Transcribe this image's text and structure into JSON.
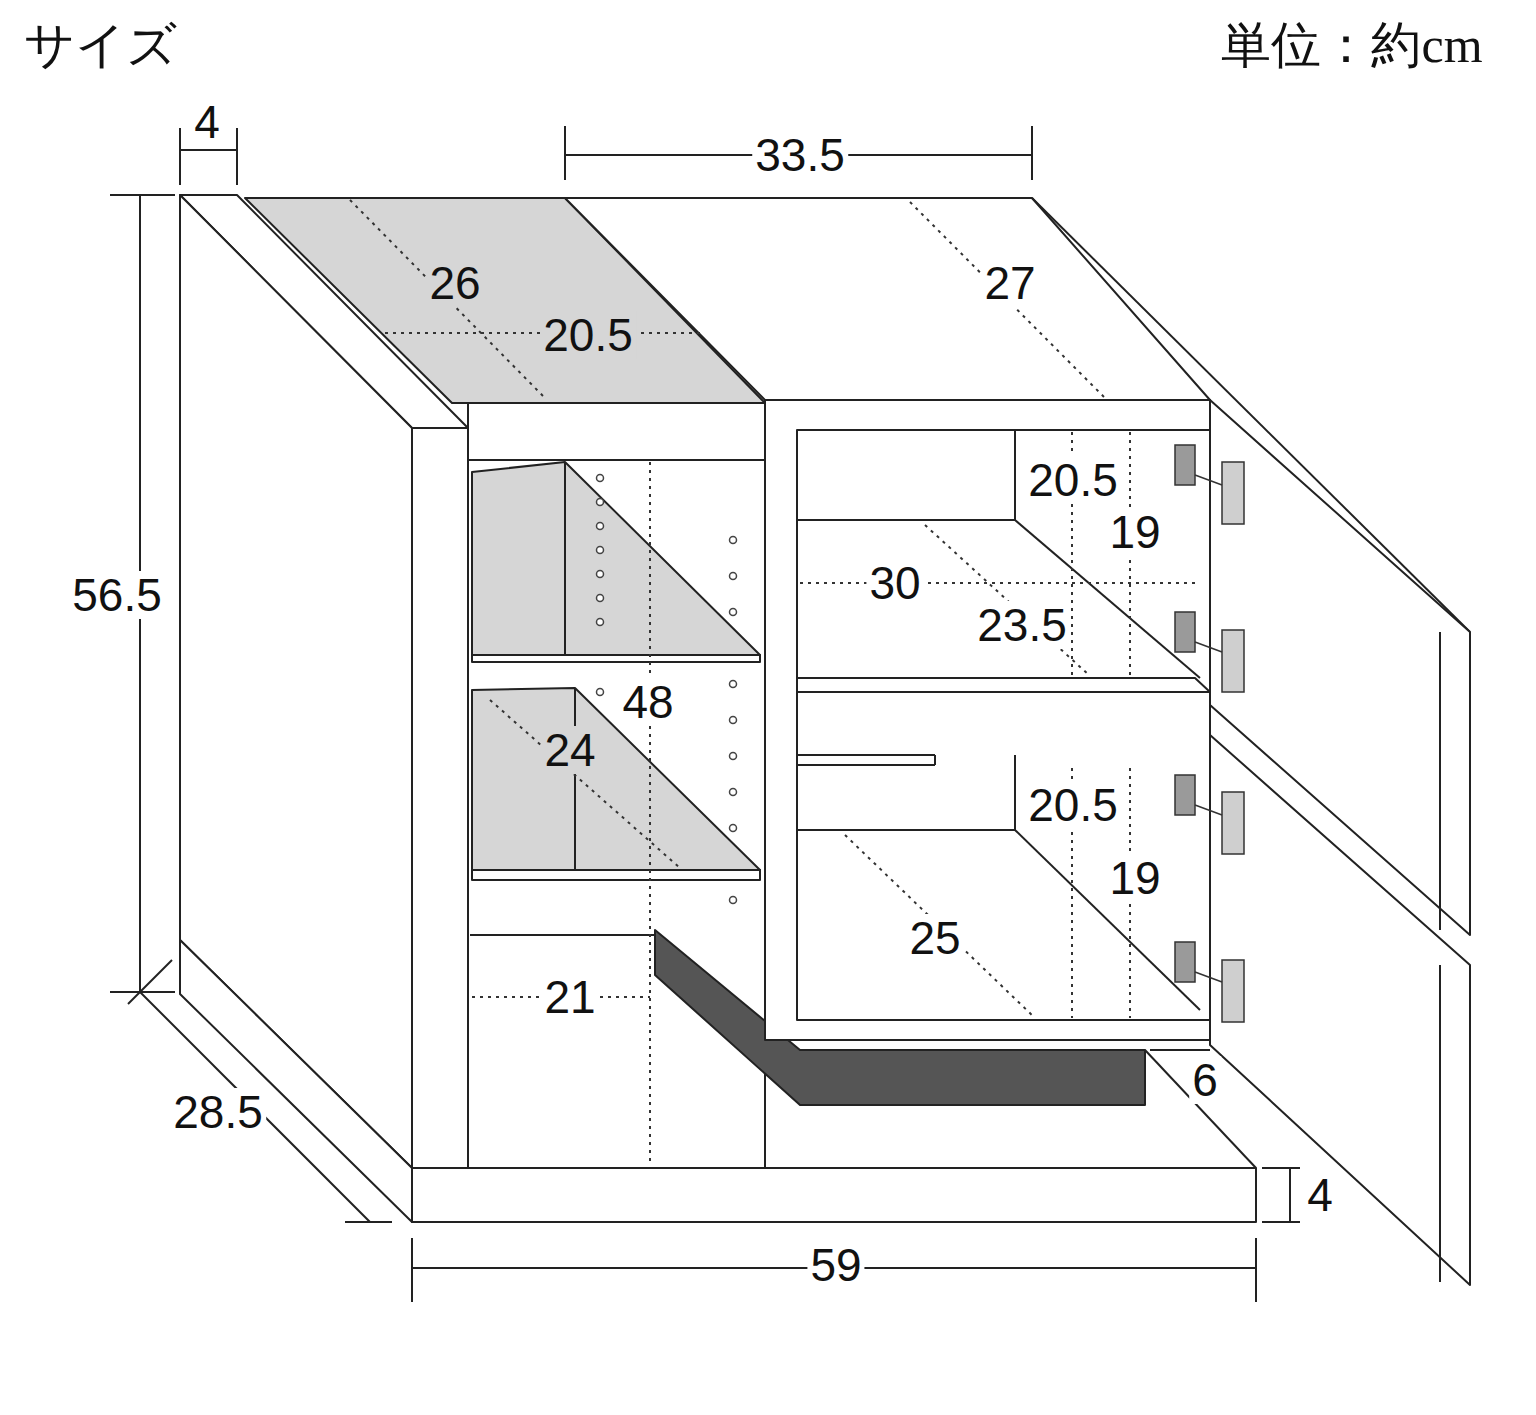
{
  "diagram": {
    "title": "サイズ",
    "labels": [
      "単位：約cm",
      "4",
      "33.5",
      "26",
      "20.5",
      "27",
      "56.5",
      "20.5",
      "19",
      "30",
      "23.5",
      "48",
      "24",
      "20.5",
      "19",
      "25",
      "21",
      "6",
      "28.5",
      "4",
      "59"
    ]
  }
}
